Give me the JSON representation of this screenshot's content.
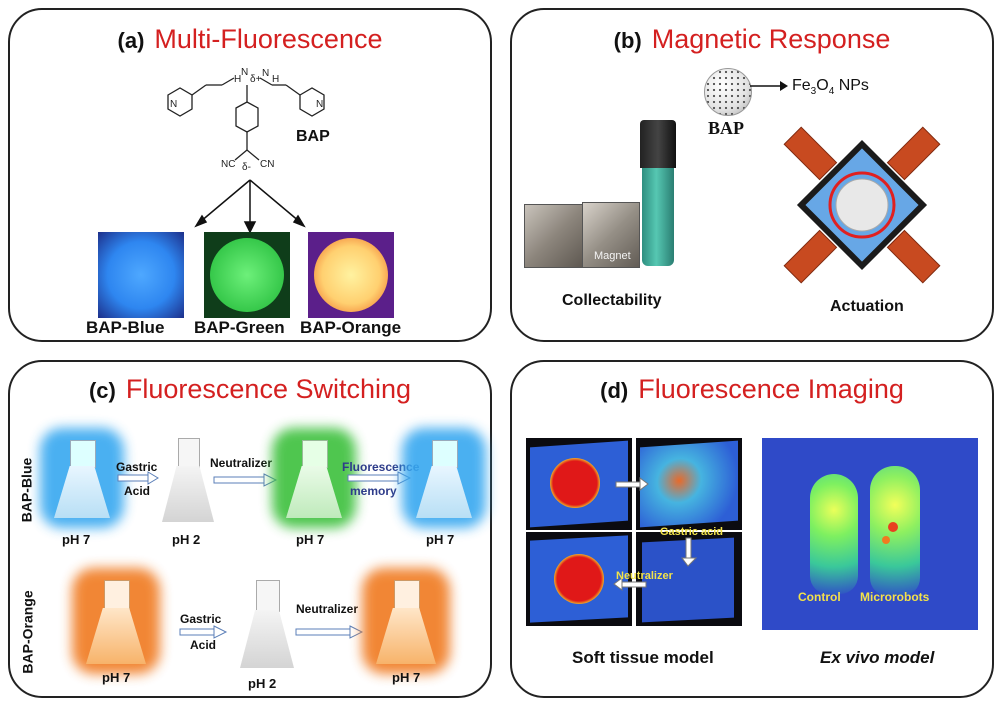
{
  "panel_a": {
    "letter": "(a)",
    "title": "Multi-Fluorescence",
    "molecule_label": "BAP",
    "variants": [
      {
        "label": "BAP-Blue",
        "color": "#2a6fe0"
      },
      {
        "label": "BAP-Green",
        "color": "#33d04a"
      },
      {
        "label": "BAP-Orange",
        "color": "#ffb04a"
      }
    ]
  },
  "panel_b": {
    "letter": "(b)",
    "title": "Magnetic Response",
    "bap_label": "BAP",
    "np_label": "Fe3O4 NPs",
    "magnet_label": "Magnet",
    "caption_left": "Collectability",
    "caption_right": "Actuation"
  },
  "panel_c": {
    "letter": "(c)",
    "title": "Fluorescence Switching",
    "rows": [
      {
        "side_label": "BAP-Blue",
        "flasks": [
          {
            "ph": "pH 7",
            "glow": "#37a8f0"
          },
          {
            "ph": "pH 2",
            "glow": "none"
          },
          {
            "ph": "pH 7",
            "glow": "#3cc03c"
          },
          {
            "ph": "pH 7",
            "glow": "#37a8f0"
          }
        ],
        "arrows": [
          {
            "line1": "Gastric",
            "line2": "Acid"
          },
          {
            "line1": "Neutralizer",
            "line2": ""
          },
          {
            "line1": "Fluorescence",
            "line2": "memory"
          }
        ]
      },
      {
        "side_label": "BAP-Orange",
        "flasks": [
          {
            "ph": "pH 7",
            "glow": "#f07a20"
          },
          {
            "ph": "pH 2",
            "glow": "none"
          },
          {
            "ph": "pH 7",
            "glow": "#f07a20"
          }
        ],
        "arrows": [
          {
            "line1": "Gastric",
            "line2": "Acid"
          },
          {
            "line1": "Neutralizer",
            "line2": ""
          }
        ]
      }
    ]
  },
  "panel_d": {
    "letter": "(d)",
    "title": "Fluorescence Imaging",
    "gastric_label": "Gastric acid",
    "neutralizer_label": "Neutralizer",
    "control_label": "Control",
    "micro_label": "Microrobots",
    "caption_left": "Soft tissue model",
    "caption_right": "Ex vivo model"
  }
}
